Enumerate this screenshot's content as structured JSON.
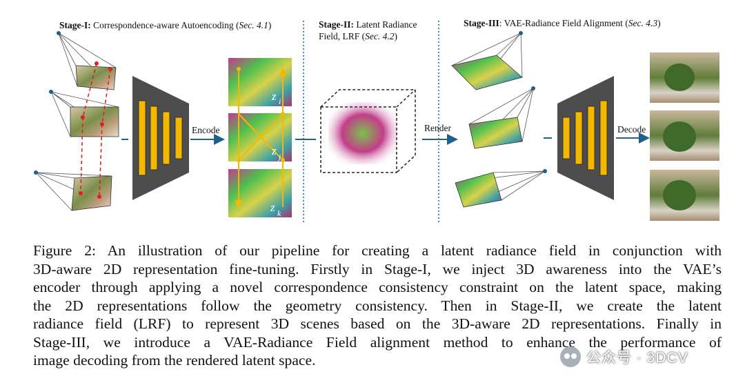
{
  "figure": {
    "stage1": {
      "bold": "Stage-I:",
      "text": " Correspondence-aware Autoencoding (",
      "ref": "Sec. 4.1",
      "close": ")"
    },
    "stage2": {
      "bold": "Stage-II:",
      "text1": " Latent Radiance",
      "text2": "Field, LRF (",
      "ref": "Sec. 4.2",
      "close": ")"
    },
    "stage3": {
      "bold": "Stage-III",
      "text": ": VAE-Radiance Field Alignment (",
      "ref": "Sec. 4.3",
      "close": ")"
    },
    "encode_label": "Encode",
    "render_label": "Render",
    "decode_label": "Decode",
    "latent_labels": [
      "z",
      "z",
      "z"
    ],
    "latent_subscripts": [
      "i",
      "j",
      "k"
    ]
  },
  "caption": {
    "lines": [
      "Figure 2:  An illustration of our pipeline for creating a latent radiance field in conjunction with",
      "3D-aware 2D representation fine-tuning. Firstly in Stage-I, we inject 3D awareness into the VAE’s",
      "encoder through applying a novel correspondence consistency constraint on the latent space, making",
      "the 2D representations follow the geometry consistency.  Then in Stage-II, we create the latent",
      "radiance field (LRF) to represent 3D scenes based on the 3D-aware 2D representations. Finally in",
      "Stage-III, we introduce a VAE-Radiance Field alignment method to enhance the performance of",
      "image decoding from the rendered latent space."
    ]
  },
  "watermark": {
    "text": "公众号 · 3DCV"
  },
  "colors": {
    "accent_blue": "#1f5f8b",
    "network_gray": "#4d4d4d",
    "network_yellow": "#f5b800",
    "red": "#e02020"
  }
}
